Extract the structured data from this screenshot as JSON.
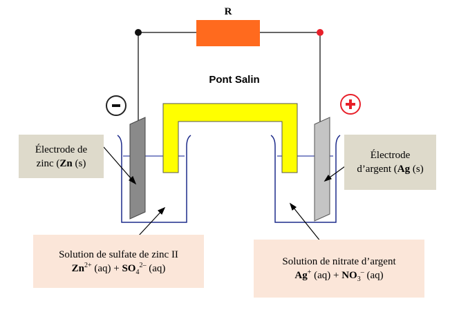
{
  "resistor": {
    "label": "R",
    "color": "#ff6a1e"
  },
  "bridge": {
    "label": "Pont Salin",
    "fill": "#ffff00"
  },
  "anode": {
    "symbol": "-"
  },
  "cathode": {
    "symbol": "+",
    "color": "#e8202a"
  },
  "zinc_electrode": {
    "line1": "Électrode de",
    "line2_prefix": "zinc (",
    "line2_bold": "Zn",
    "line2_suffix": " (s)"
  },
  "silver_electrode": {
    "line1": "Électrode",
    "line2_prefix": "d’argent (",
    "line2_bold": "Ag",
    "line2_suffix": " (s)"
  },
  "zinc_solution": {
    "line1": "Solution de sulfate de zinc II",
    "ion1": "Zn",
    "ion1_charge": "2+",
    "ion1_state": " (aq) + ",
    "ion2": "SO",
    "ion2_sub": "4",
    "ion2_charge": "2–",
    "ion2_state": " (aq)"
  },
  "silver_solution": {
    "line1": "Solution de nitrate d’argent",
    "ion1": "Ag",
    "ion1_charge": "+",
    "ion1_state": " (aq) + ",
    "ion2": "NO",
    "ion2_sub": "3",
    "ion2_charge": "–",
    "ion2_state": " (aq)"
  }
}
